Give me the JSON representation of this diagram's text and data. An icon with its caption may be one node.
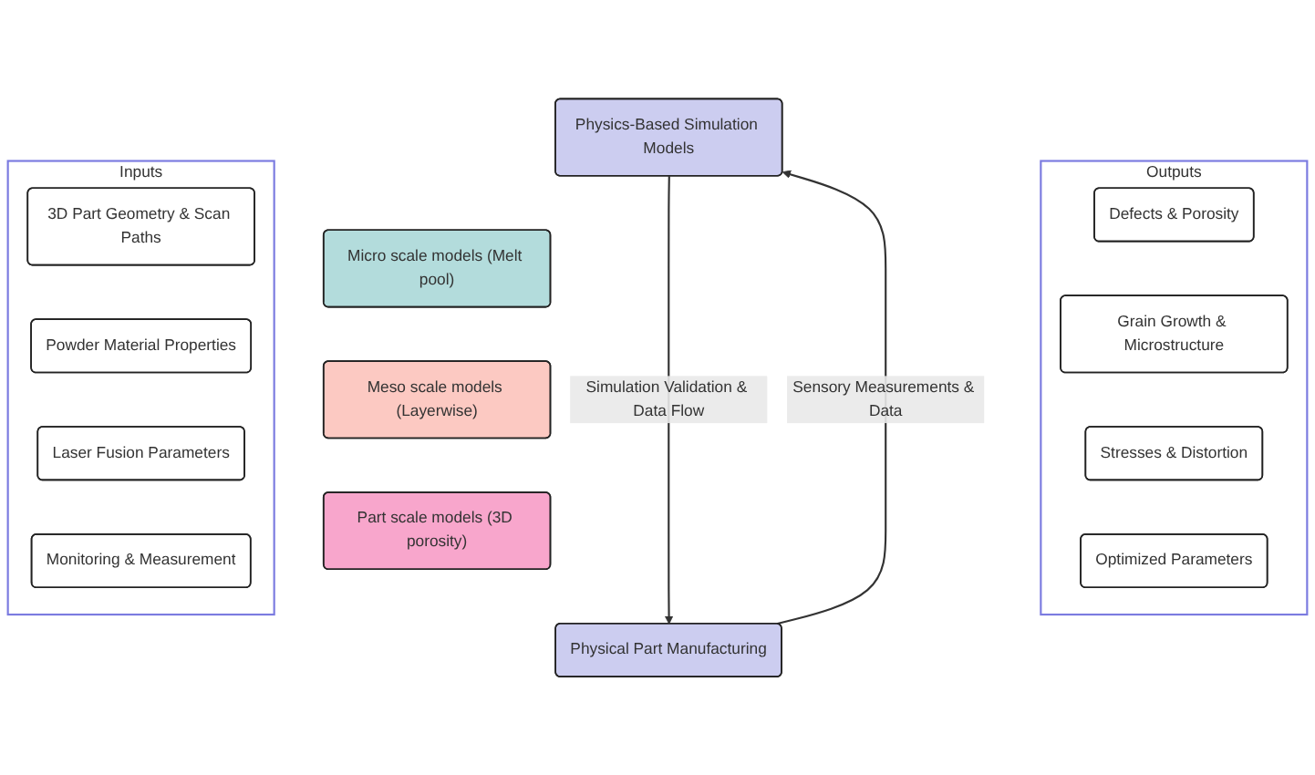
{
  "diagram": {
    "nodes": [
      {
        "text": [
          "Inputs"
        ]
      },
      {
        "text": [
          "3D Part Geometry & Scan Paths"
        ],
        "in": 0
      },
      {
        "text": [
          "Powder Material Properties"
        ],
        "in": 0
      },
      {
        "text": [
          "Laser Fusion Parameters"
        ],
        "in": 0
      },
      {
        "text": [
          "Monitoring & Measurement"
        ],
        "in": 0
      },
      {
        "text": [
          "Physics-Based Simulation Models"
        ]
      },
      {
        "text": [
          "Micro scale models (Melt pool)"
        ]
      },
      {
        "text": [
          "Meso scale models (Layerwise)"
        ]
      },
      {
        "text": [
          "Part scale models (3D porosity)"
        ]
      },
      {
        "text": [
          "Physical Part Manufacturing"
        ]
      },
      {
        "text": [
          "Outputs"
        ]
      },
      {
        "text": [
          "Defects & Porosity"
        ],
        "in": 10
      },
      {
        "text": [
          "Grain Growth & Microstructure"
        ],
        "in": 10
      },
      {
        "text": [
          "Stresses & Distortion"
        ],
        "in": 10
      },
      {
        "text": [
          "Optimized Parameters"
        ],
        "in": 10
      }
    ],
    "edges": [
      {
        "from": 5,
        "to": 9,
        "arrow": "to",
        "label": "Simulation Validation & Data Flow"
      },
      {
        "from": 9,
        "to": 5,
        "arrow": "to",
        "label": "Sensory Measurements & Data"
      }
    ]
  }
}
